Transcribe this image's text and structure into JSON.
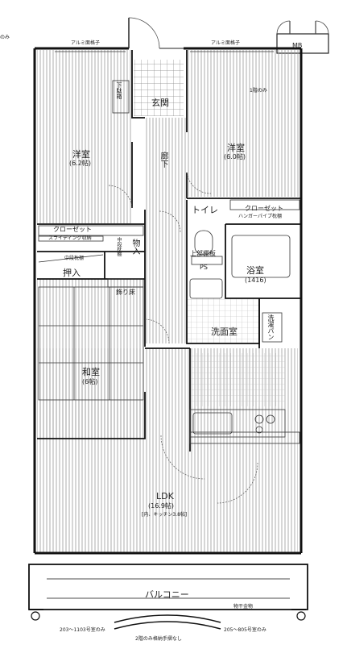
{
  "rooms": {
    "western_a": {
      "name": "洋室",
      "size": "(6.2帖)"
    },
    "western_b": {
      "name": "洋室",
      "size": "(6.0帖)"
    },
    "entrance": "玄関",
    "shoe_box": "下駄箱",
    "corridor": "廊下",
    "toilet": "トイレ",
    "upper_shelf": "上部棚板",
    "ps": "PS",
    "storage": "物入",
    "closet_a": "クローゼット",
    "closet_a_note": "スライディング収納",
    "closet_b": "クローゼット",
    "closet_b_note": "ハンガーパイプ枕棚",
    "oshiire": "押入",
    "oshiire_note": "中段枕棚",
    "storage_note": "中段枕棚",
    "kazari_doko": "飾り床",
    "bath": {
      "name": "浴室",
      "size": "(1416)"
    },
    "washroom": "洗面室",
    "washer_pan": "洗濯パン",
    "washitsu": {
      "name": "和室",
      "size": "(6帖)"
    },
    "ldk": {
      "name": "LDK",
      "size": "(16.9帖)",
      "kitchen": "[内、キッチン3.8帖]"
    },
    "balcony": "バルコニー"
  },
  "labels": {
    "mb": "MB",
    "grille_left": "アルミ面格子",
    "grille_right": "アルミ面格子",
    "note_left": "のみ",
    "note_right": "1階のみ",
    "laundry": "物干金物",
    "bottom_left": "203〜1103号室のみ",
    "bottom_right": "205〜805号室のみ",
    "bottom_center": "2階のみ格納手摺なし"
  }
}
